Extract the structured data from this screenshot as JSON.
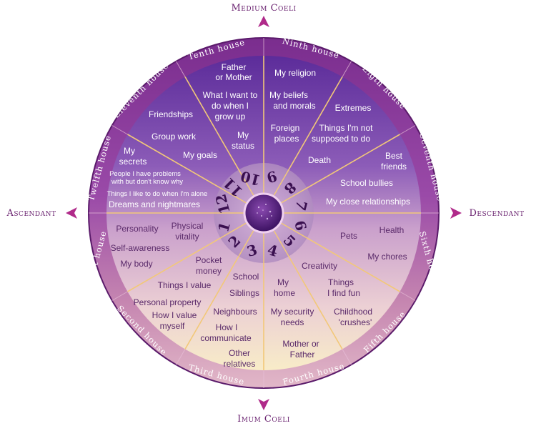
{
  "axes": {
    "top": "Medium Coeli",
    "bottom": "Imum Coeli",
    "left": "Ascendant",
    "right": "Descendant"
  },
  "houses": [
    {
      "number": "1",
      "name": "First house",
      "items": [
        "Personality",
        "Self-awareness",
        "My body",
        "Physical",
        "vitality"
      ]
    },
    {
      "number": "2",
      "name": "Second house",
      "items": [
        "Things I value",
        "Personal property",
        "How I value",
        "myself",
        "Pocket",
        "money"
      ]
    },
    {
      "number": "3",
      "name": "Third house",
      "items": [
        "School",
        "Siblings",
        "Neighbours",
        "How I",
        "communicate",
        "Other",
        "relatives"
      ]
    },
    {
      "number": "4",
      "name": "Fourth house",
      "items": [
        "My",
        "home",
        "My security",
        "needs",
        "Mother or",
        "Father"
      ]
    },
    {
      "number": "5",
      "name": "Fifth house",
      "items": [
        "Creativity",
        "Things",
        "I find fun",
        "Childhood",
        "'crushes'"
      ]
    },
    {
      "number": "6",
      "name": "Sixth house",
      "items": [
        "Health",
        "Pets",
        "My chores"
      ]
    },
    {
      "number": "7",
      "name": "Seventh house",
      "items": [
        "Best",
        "friends",
        "School bullies",
        "My close relationships"
      ]
    },
    {
      "number": "8",
      "name": "Eigth house",
      "items": [
        "Extremes",
        "Things I'm not",
        "supposed to do",
        "Death"
      ]
    },
    {
      "number": "9",
      "name": "Ninth house",
      "items": [
        "My religion",
        "My beliefs",
        "and morals",
        "Foreign",
        "places"
      ]
    },
    {
      "number": "10",
      "name": "Tenth house",
      "items": [
        "Father",
        "or Mother",
        "What I want to",
        "do when I",
        "grow up",
        "My",
        "status"
      ]
    },
    {
      "number": "11",
      "name": "Eleventh house",
      "items": [
        "Friendships",
        "Group work",
        "My goals"
      ]
    },
    {
      "number": "12",
      "name": "Twelfth house",
      "items": [
        "My",
        "secrets",
        "People I have problems",
        "with but don't know why",
        "Things I like to do when I'm alone",
        "Dreams and nightmares"
      ]
    }
  ],
  "colors": {
    "outer_ring_top": "#8a3a9a",
    "outer_ring_bottom": "#d8a8c0",
    "inner_top": "#6a2a9a",
    "inner_bottom": "#f4e4c8",
    "spokes": "#f0c070",
    "axis_arrow": "#b02a8a",
    "center": "#4a1a70"
  }
}
